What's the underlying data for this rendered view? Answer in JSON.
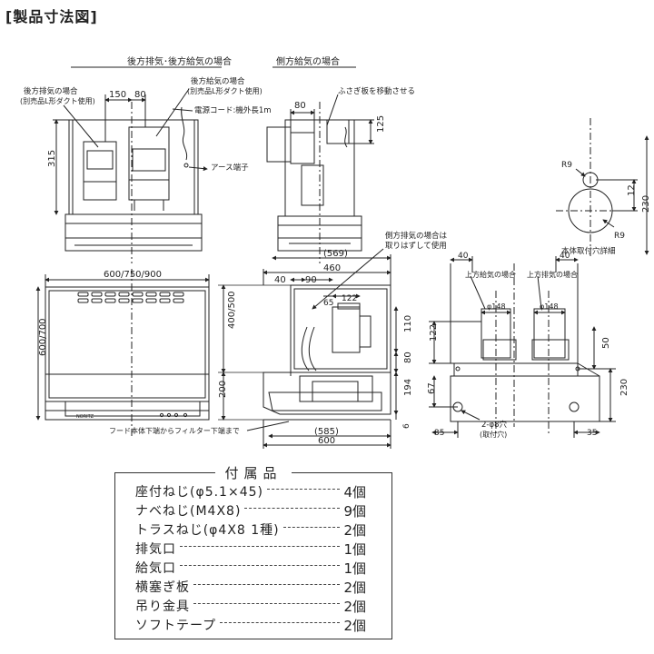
{
  "page_title": "[製品寸法図]",
  "views": {
    "rear": {
      "heading": "後方排気･後方給気の場合",
      "label_exhaust": "後方排気の場合",
      "label_exhaust_sub": "(別売品L形ダクト使用)",
      "label_intake": "後方給気の場合",
      "label_intake_sub": "(別売品L形ダクト使用)",
      "label_cord": "電源コード:機外長1m",
      "label_earth": "アース端子",
      "dim_150": "150",
      "dim_80": "80",
      "dim_315": "315"
    },
    "side_top": {
      "heading": "側方給気の場合",
      "label_plate": "ふさぎ板を移動させる",
      "dim_80": "80",
      "dim_125": "125"
    },
    "front": {
      "dim_width": "600/750/900",
      "dim_height": "600/700"
    },
    "side": {
      "note_line1": "側方排気の場合は",
      "note_line2": "取りはずして使用",
      "dim_569": "(569)",
      "dim_460": "460",
      "dim_40": "40",
      "dim_90": "90",
      "dim_65": "65",
      "dim_122": "122",
      "dim_400_500": "400/500",
      "dim_200": "200",
      "dim_110": "110",
      "dim_80": "80",
      "dim_194": "194",
      "dim_6": "6",
      "dim_585": "(585)",
      "dim_600": "600",
      "label_filter": "フード本体下端からフィルター下端まで"
    },
    "rear_view": {
      "label_upper_intake": "上方給気の場合",
      "label_upper_exhaust": "上方排気の場合",
      "dia_left": "φ148",
      "dia_right": "φ148",
      "dim_40_left": "40",
      "dim_40_right": "40",
      "dim_122": "122",
      "dim_50": "50",
      "dim_67": "67",
      "dim_230": "230",
      "dim_35_left": "35",
      "dim_35_right": "35",
      "label_holes": "2-φ8穴",
      "label_holes_sub": "(取付穴)"
    },
    "detail": {
      "label": "本体取付穴詳細",
      "r_top": "R9",
      "r_bottom": "R9",
      "dim_12": "12",
      "dim_230": "230"
    }
  },
  "accessories": {
    "heading": "付属品",
    "items": [
      {
        "name": "座付ねじ(φ5.1×45)",
        "qty": "4個"
      },
      {
        "name": "ナベねじ(M4X8)",
        "qty": "9個"
      },
      {
        "name": "トラスねじ(φ4X8 1種)",
        "qty": "2個"
      },
      {
        "name": "排気口",
        "qty": "1個"
      },
      {
        "name": "給気口",
        "qty": "1個"
      },
      {
        "name": "横塞ぎ板",
        "qty": "2個"
      },
      {
        "name": "吊り金具",
        "qty": "2個"
      },
      {
        "name": "ソフトテープ",
        "qty": "2個"
      }
    ]
  }
}
